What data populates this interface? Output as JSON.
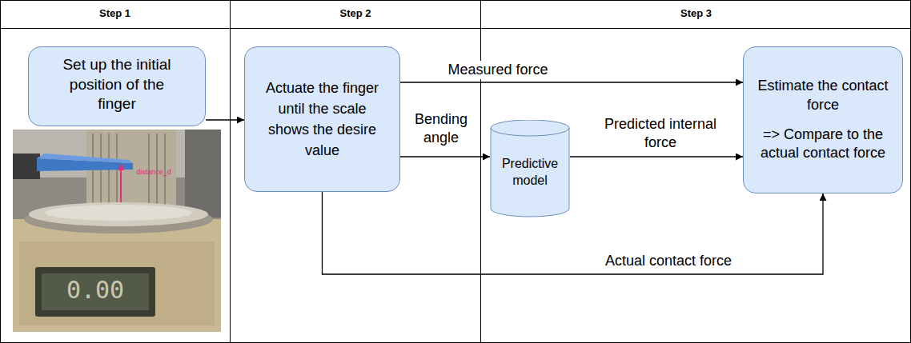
{
  "diagram": {
    "nodes": [
      {
        "text": [
          "Set up the initial position of the finger"
        ]
      },
      {
        "text": [
          "Actuate the finger until the scale shows the desire value"
        ]
      },
      {
        "text": [
          "Predictive model"
        ]
      },
      {
        "text": [
          "Estimate the contact force",
          "=> Compare to the actual contact force"
        ]
      }
    ],
    "edges": [
      {
        "from": 0,
        "to": 1,
        "arrow": "to"
      },
      {
        "from": 1,
        "to": 3,
        "label": "Measured force",
        "arrow": "to"
      },
      {
        "from": 1,
        "to": 2,
        "label": "Bending angle",
        "arrow": "to"
      },
      {
        "from": 2,
        "to": 3,
        "label": "Predicted internal force",
        "arrow": "to"
      },
      {
        "from": 1,
        "to": 3,
        "label": "Actual contact force",
        "arrow": "to"
      }
    ],
    "labels": [
      "Step 1",
      "Step 2",
      "Step 3",
      "distance_d",
      "0.00"
    ]
  }
}
